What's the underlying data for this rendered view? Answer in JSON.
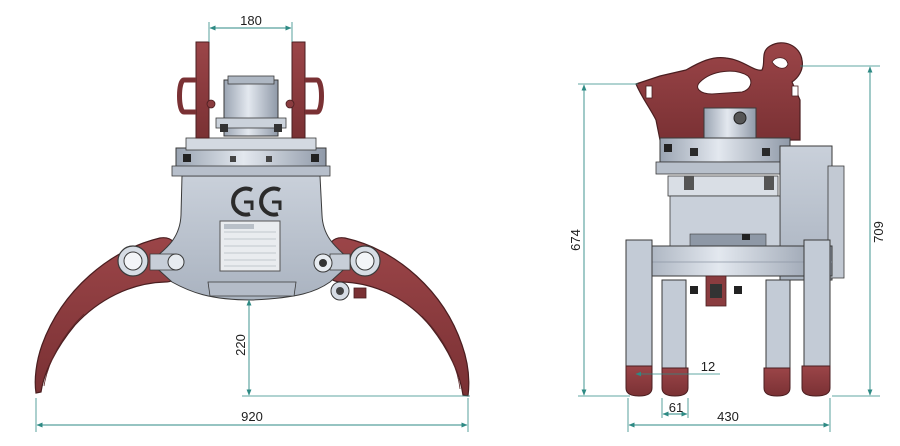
{
  "colors": {
    "dimension": "#2e8a84",
    "arm": "#8a3c3f",
    "arm_edge": "#4a1e20",
    "metal": "#c3cbd6",
    "metal_dark": "#8c96a4",
    "plate": "#e9ecef",
    "line": "#3a3a3a"
  },
  "icons": {
    "logo": "double-g-logo",
    "bolt": "hex-bolt"
  },
  "dimensions": {
    "top_width": "180",
    "arm_height": "220",
    "overall_width": "920",
    "overall_height_left": "674",
    "overall_height_right": "709",
    "tine_gap": "12",
    "tine_width": "61",
    "tine_span": "430"
  }
}
